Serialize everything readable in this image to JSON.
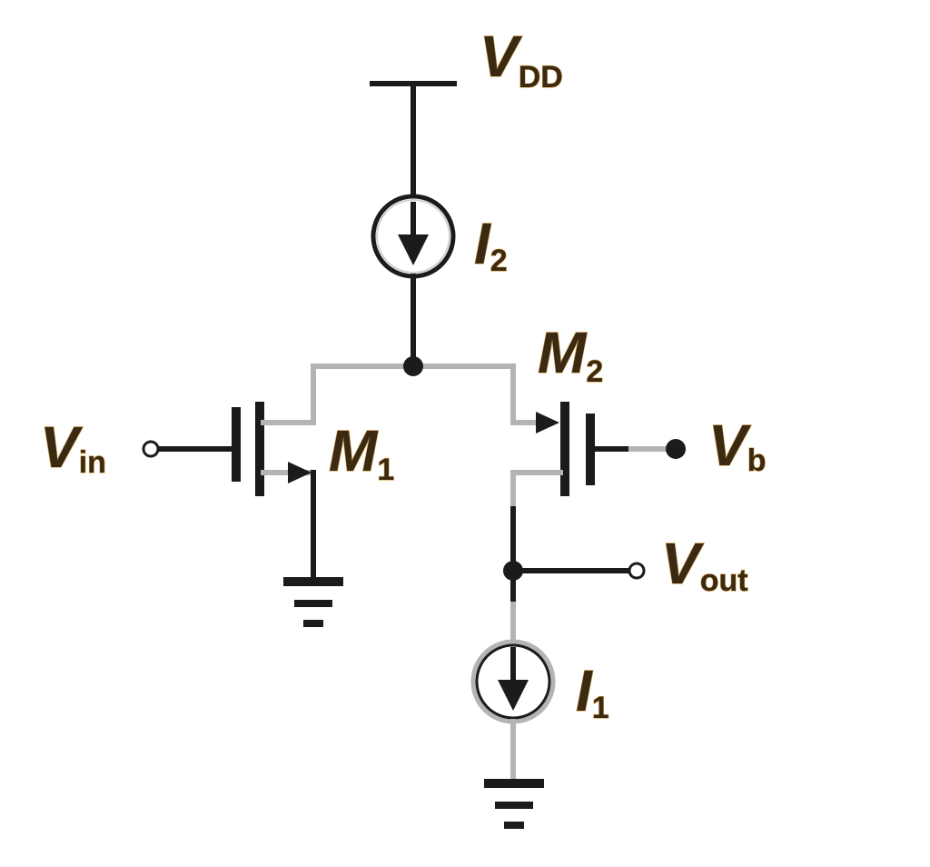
{
  "labels": {
    "vdd_main": "V",
    "vdd_sub": "DD",
    "i2_main": "I",
    "i2_sub": "2",
    "m2_main": "M",
    "m2_sub": "2",
    "vin_main": "V",
    "vin_sub": "in",
    "m1_main": "M",
    "m1_sub": "1",
    "vb_main": "V",
    "vb_sub": "b",
    "vout_main": "V",
    "vout_sub": "out",
    "i1_main": "I",
    "i1_sub": "1"
  },
  "colors": {
    "wire": "#1b1b1b",
    "wire_gray": "#b4b4b4",
    "label_fill": "#3a2a14",
    "label_outline": "#e0a850"
  }
}
